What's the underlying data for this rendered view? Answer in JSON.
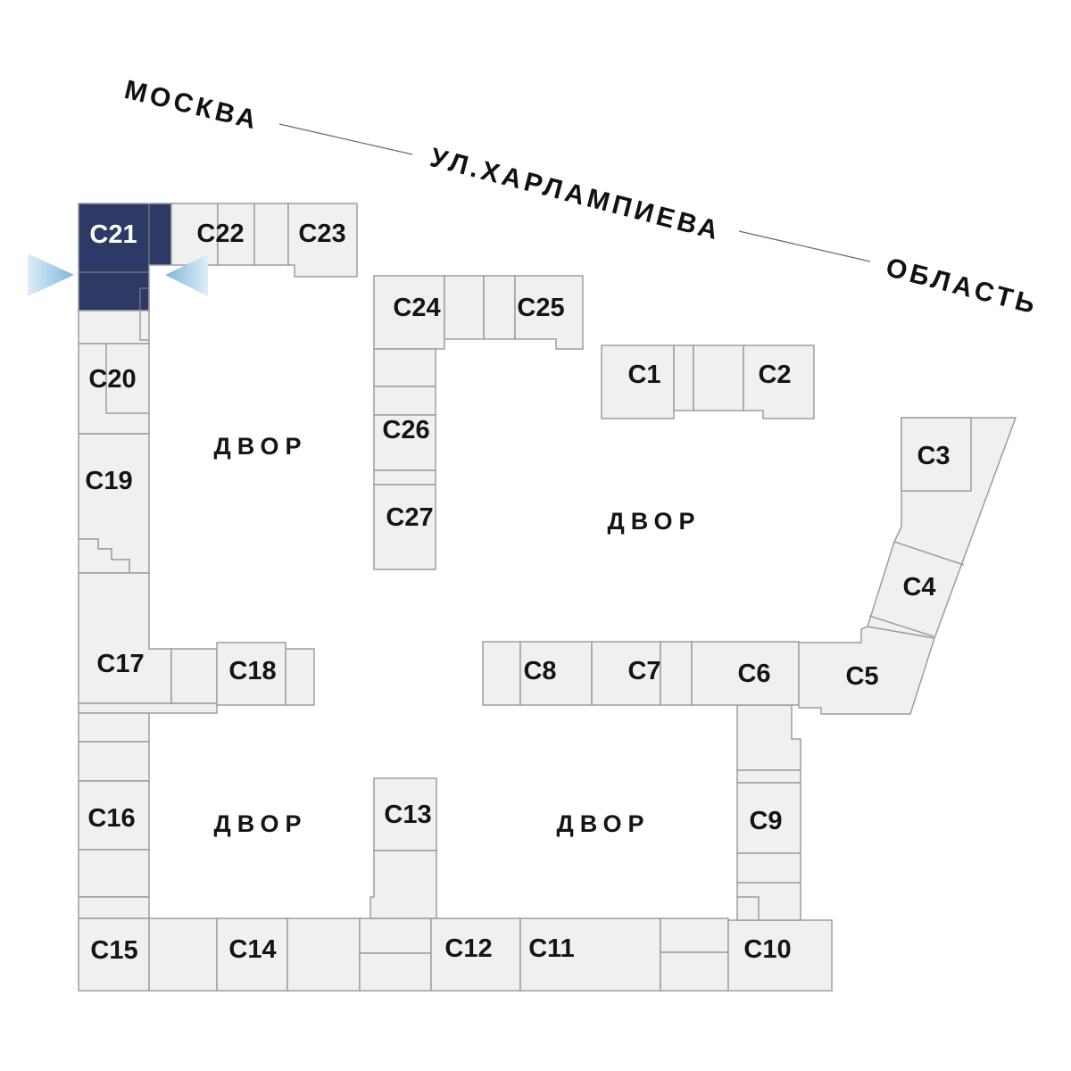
{
  "map": {
    "streets": {
      "moscow": "МОСКВА",
      "kharlampieva": "УЛ.ХАРЛАМПИЕВА",
      "oblast": "ОБЛАСТЬ"
    },
    "courtyard_label": "ДВОР",
    "buildings": {
      "c1": {
        "label": "С1"
      },
      "c2": {
        "label": "С2"
      },
      "c3": {
        "label": "С3"
      },
      "c4": {
        "label": "С4"
      },
      "c5": {
        "label": "С5"
      },
      "c6": {
        "label": "С6"
      },
      "c7": {
        "label": "С7"
      },
      "c8": {
        "label": "С8"
      },
      "c9": {
        "label": "С9"
      },
      "c10": {
        "label": "С10"
      },
      "c11": {
        "label": "С11"
      },
      "c12": {
        "label": "С12"
      },
      "c13": {
        "label": "С13"
      },
      "c14": {
        "label": "С14"
      },
      "c15": {
        "label": "С15"
      },
      "c16": {
        "label": "С16"
      },
      "c17": {
        "label": "С17"
      },
      "c18": {
        "label": "С18"
      },
      "c19": {
        "label": "С19"
      },
      "c20": {
        "label": "С20"
      },
      "c21": {
        "label": "С21",
        "selected": true
      },
      "c22": {
        "label": "С22"
      },
      "c23": {
        "label": "С23"
      },
      "c24": {
        "label": "С24"
      },
      "c25": {
        "label": "С25"
      },
      "c26": {
        "label": "С26"
      },
      "c27": {
        "label": "С27"
      }
    },
    "colors": {
      "highlight": "#2d3a66",
      "building_fill": "#f0f0f0",
      "outline": "#9d9d9d",
      "arrow_start": "#ddeef8",
      "arrow_end": "#7fb6d9",
      "selected_label": "#ffffff"
    }
  }
}
